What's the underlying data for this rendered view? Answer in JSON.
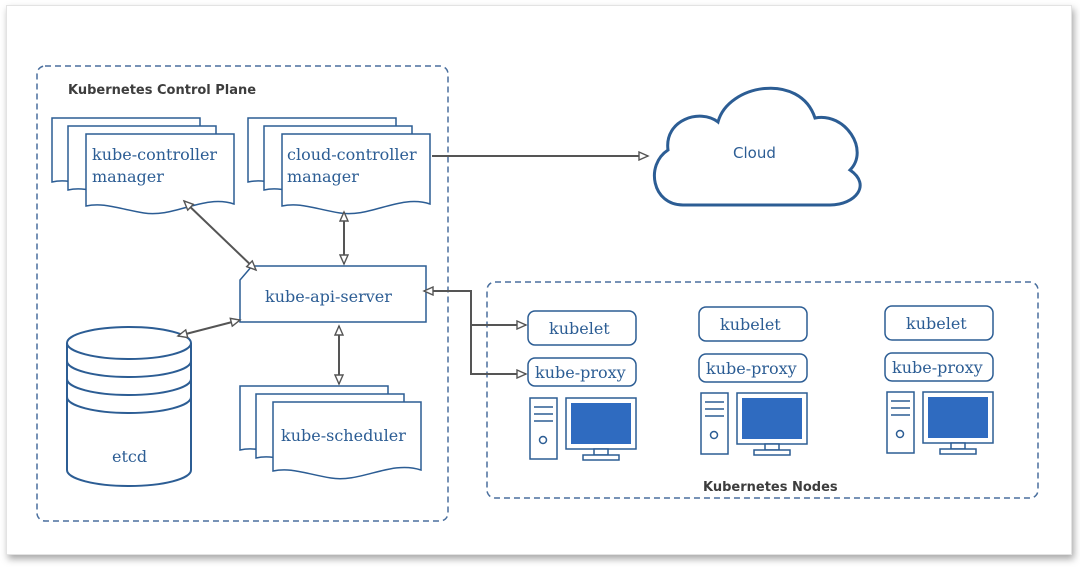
{
  "control_plane": {
    "title": "Kubernetes Control Plane",
    "kube_controller_manager": {
      "line1": "kube-controller",
      "line2": "manager"
    },
    "cloud_controller_manager": {
      "line1": "cloud-controller",
      "line2": "manager"
    },
    "api_server": "kube-api-server",
    "etcd": "etcd",
    "scheduler": "kube-scheduler"
  },
  "cloud": {
    "label": "Cloud"
  },
  "nodes": {
    "title": "Kubernetes Nodes",
    "items": [
      {
        "kubelet": "kubelet",
        "proxy": "kube-proxy"
      },
      {
        "kubelet": "kubelet",
        "proxy": "kube-proxy"
      },
      {
        "kubelet": "kubelet",
        "proxy": "kube-proxy"
      }
    ]
  },
  "colors": {
    "accent": "#2c5d94",
    "dashed_border": "#4a6f9e",
    "arrow": "#555555",
    "screen_fill": "#2f6bc0"
  }
}
